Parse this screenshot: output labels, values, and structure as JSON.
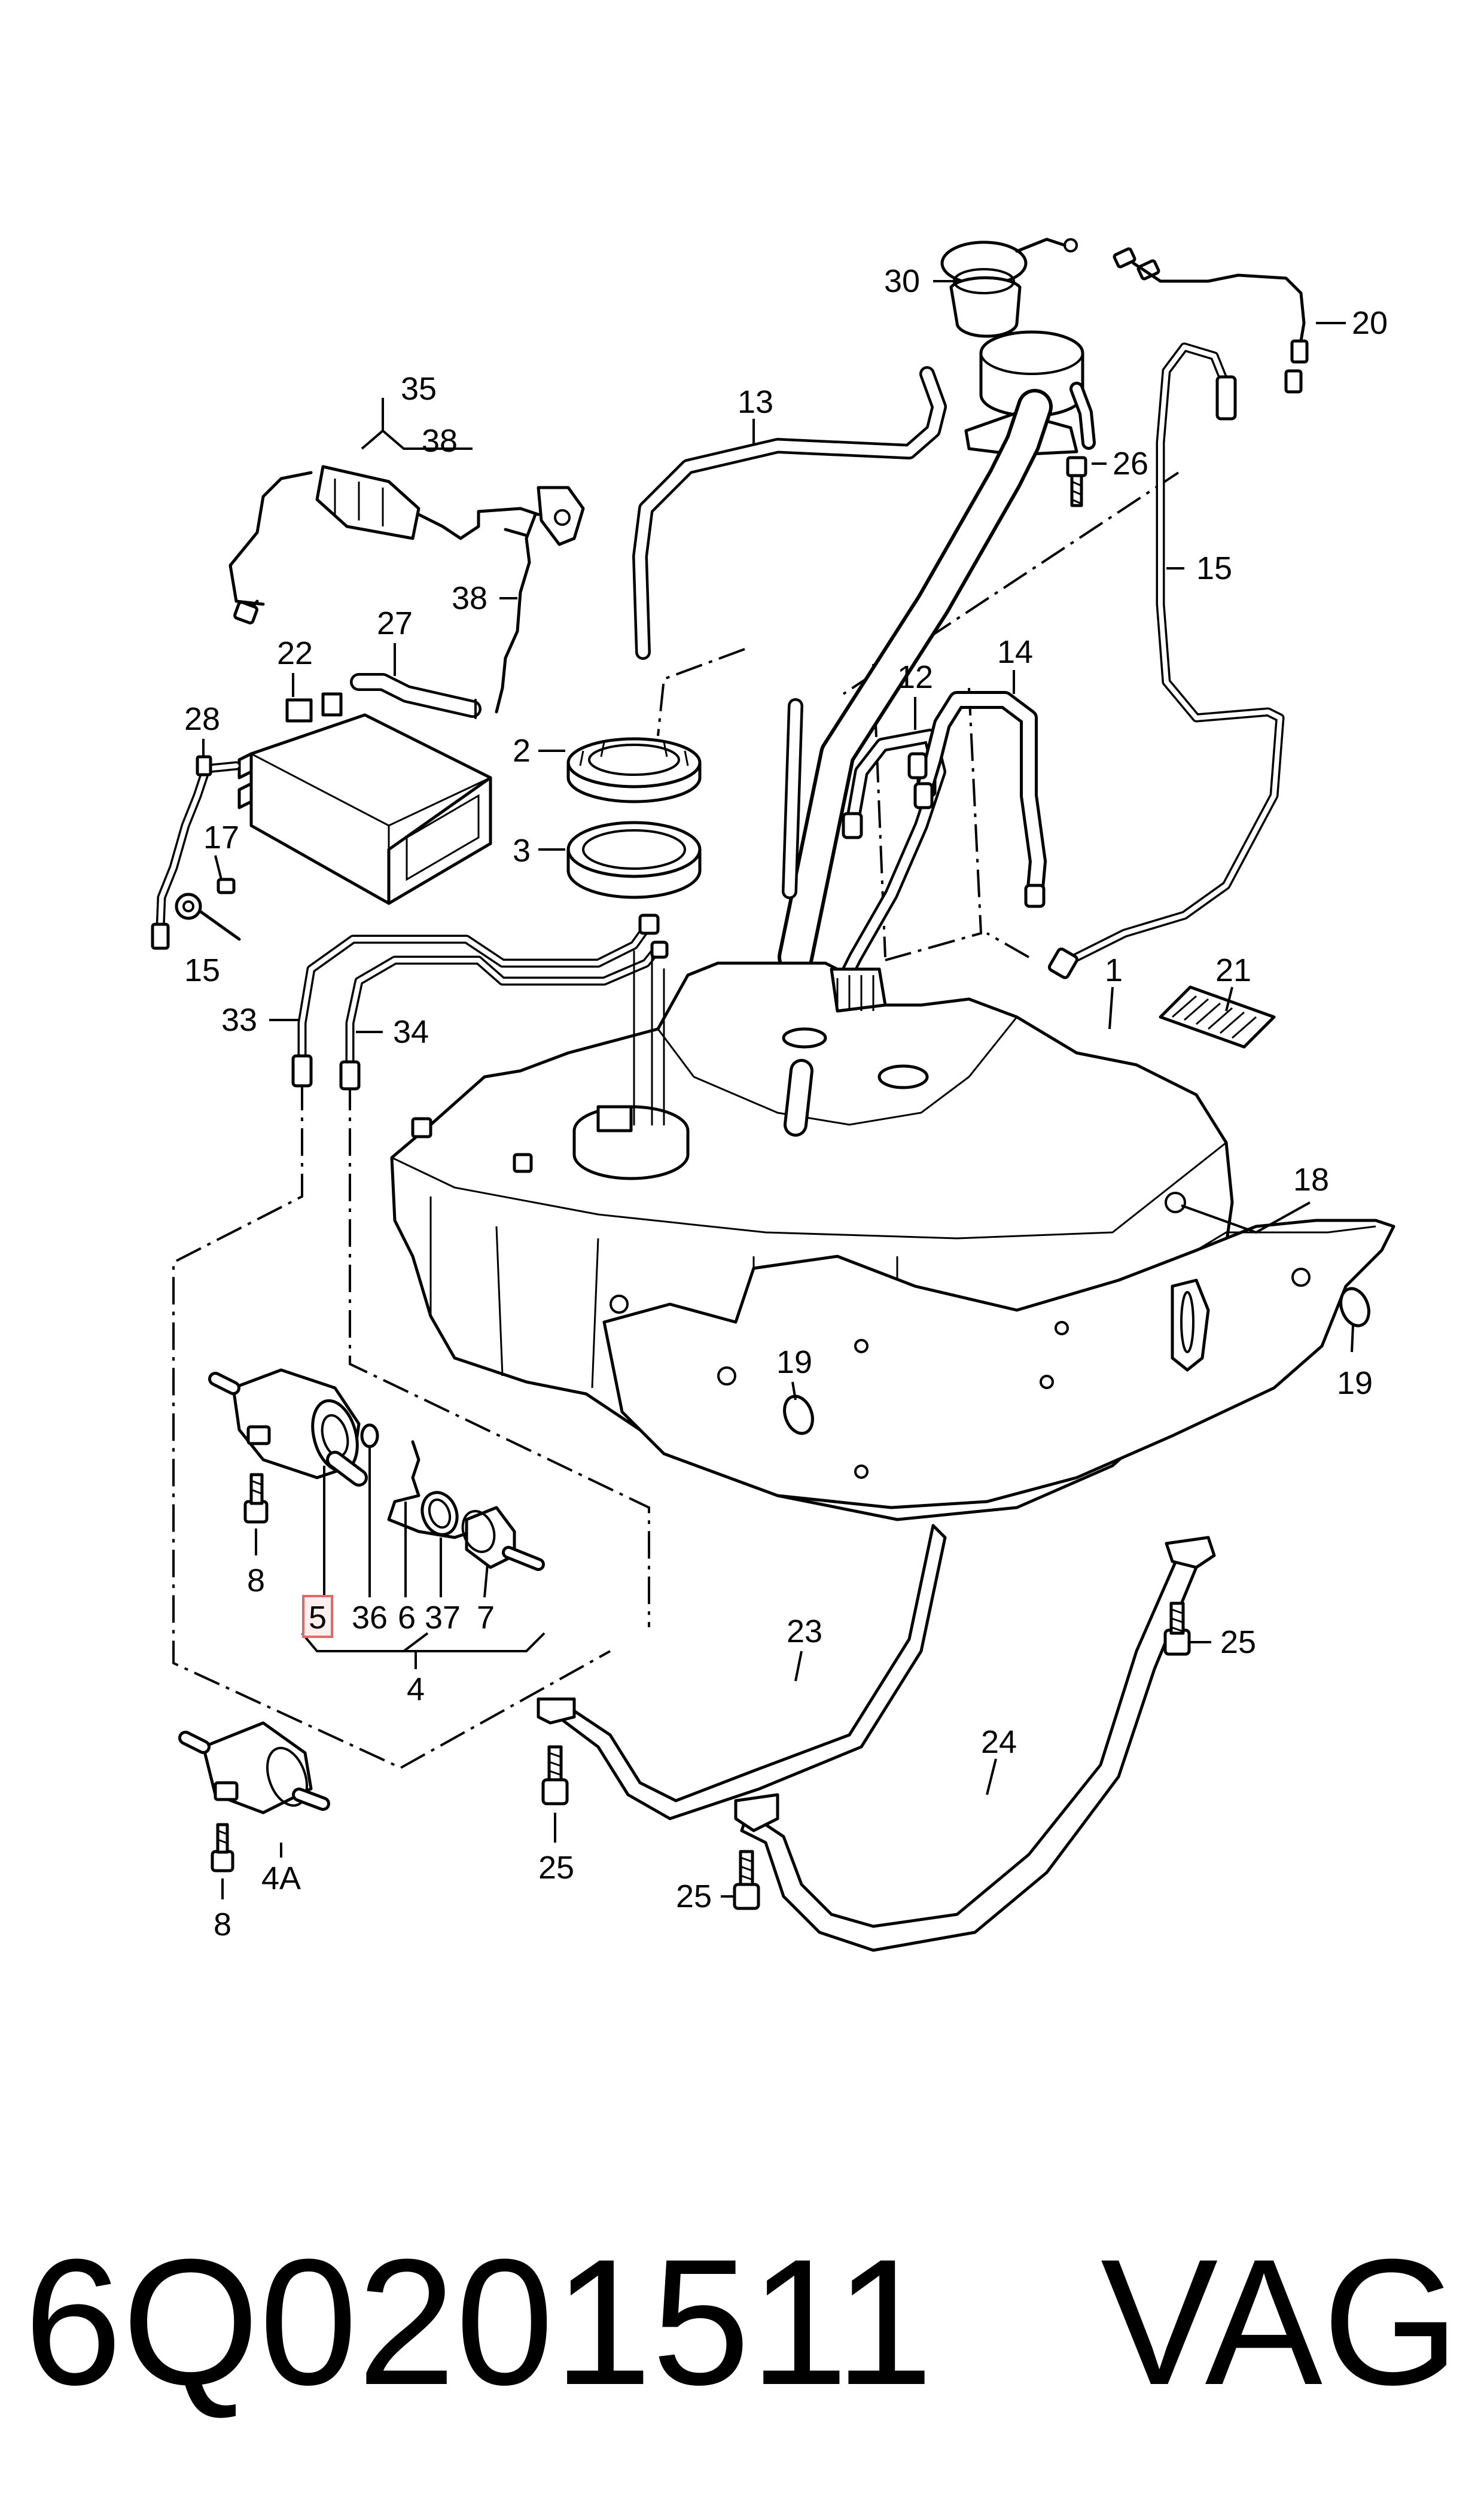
{
  "diagram": {
    "callouts": {
      "c1": "1",
      "c2": "2",
      "c3": "3",
      "c4": "4",
      "c4a": "4A",
      "c5": "5",
      "c6": "6",
      "c7": "7",
      "c8a": "8",
      "c8b": "8",
      "c12": "12",
      "c13": "13",
      "c14": "14",
      "c15a": "15",
      "c15b": "15",
      "c17": "17",
      "c18": "18",
      "c19a": "19",
      "c19b": "19",
      "c20": "20",
      "c21": "21",
      "c22": "22",
      "c23": "23",
      "c24": "24",
      "c25a": "25",
      "c25b": "25",
      "c25c": "25",
      "c26": "26",
      "c27": "27",
      "c28": "28",
      "c30": "30",
      "c33": "33",
      "c34": "34",
      "c35": "35",
      "c36": "36",
      "c37": "37",
      "c38a": "38",
      "c38b": "38"
    },
    "highlighted_part": "5",
    "highlight_color": "#e06a6a"
  },
  "footer": {
    "part_number": "6Q0201511",
    "brand": "VAG"
  }
}
